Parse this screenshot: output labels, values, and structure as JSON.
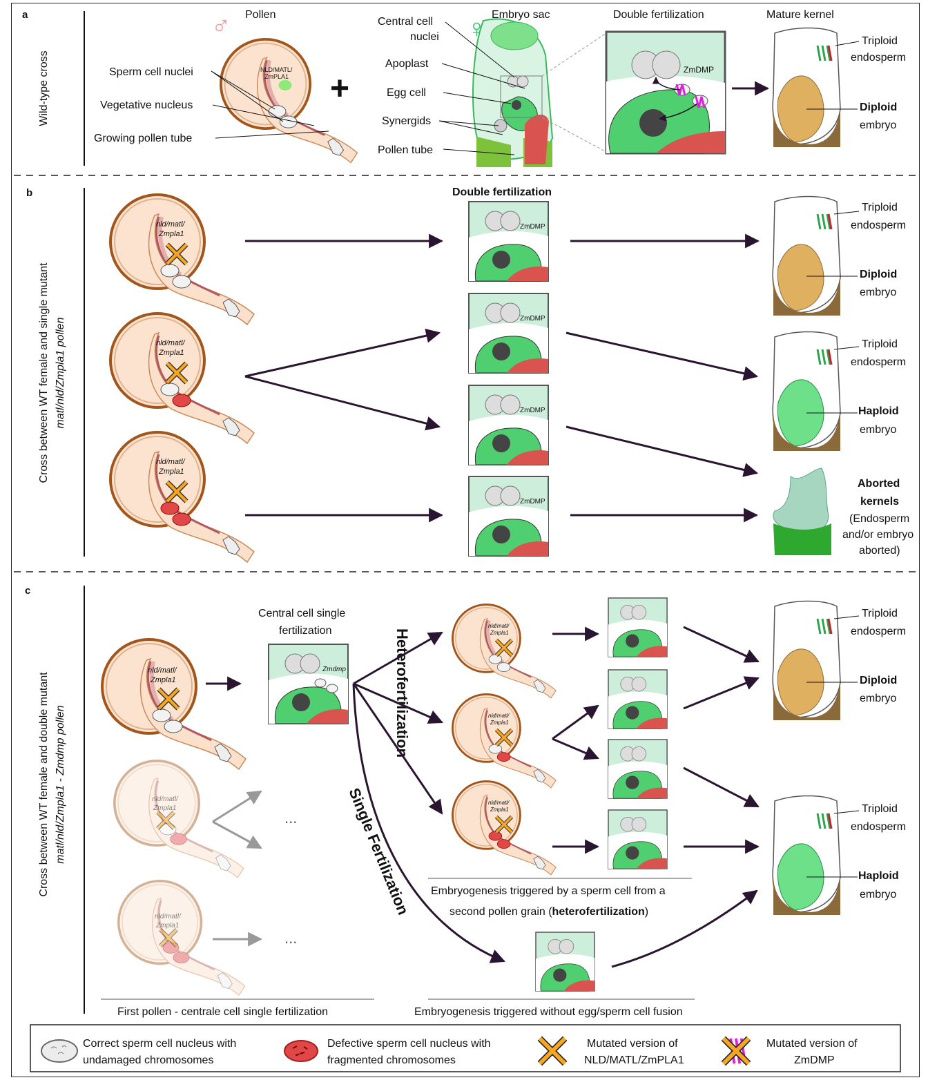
{
  "panels": {
    "a": {
      "letter": "a",
      "row_label": "Wild-type cross",
      "pollen_title": "Pollen",
      "embryo_sac_title": "Embryo sac",
      "double_fert_title": "Double fertilization",
      "mature_kernel_title": "Mature kernel",
      "pollen_inner_label_1": "NLD/MATL/",
      "pollen_inner_label_2": "ZmPLA1",
      "left_labels": [
        "Sperm cell nuclei",
        "Vegetative nucleus",
        "Growing pollen tube"
      ],
      "sac_labels": [
        "Central cell",
        "nuclei",
        "Apoplast",
        "Egg cell",
        "Synergids",
        "Pollen tube"
      ],
      "zmdmp": "ZmDMP",
      "kernel": {
        "endo_1": "Triploid",
        "endo_2": "endosperm",
        "emb_1": "Diploid",
        "emb_2": "embryo"
      }
    },
    "b": {
      "letter": "b",
      "row_label_1": "Cross between WT female and single mutant",
      "row_label_2": "matl/nld/Zmpla1 pollen",
      "center_title": "Double fertilization",
      "pollen_label_1": "nld/matl/",
      "pollen_label_2": "Zmpla1",
      "zmdmp": "ZmDMP",
      "outcomes": [
        {
          "l1": "Triploid",
          "l2": "endosperm",
          "l3": "Diploid",
          "l4": "embryo"
        },
        {
          "l1": "Triploid",
          "l2": "endosperm",
          "l3": "Haploid",
          "l4": "embryo"
        }
      ],
      "aborted": [
        "Aborted",
        "kernels",
        "(Endosperm",
        "and/or embryo",
        "aborted)"
      ]
    },
    "c": {
      "letter": "c",
      "row_label_1": "Cross between WT female and double mutant",
      "row_label_2": "matl/nld/Zmpla1 - Zmdmp pollen",
      "central_title_1": "Central cell single",
      "central_title_2": "fertilization",
      "zmdmp": "Zmdmp",
      "pollen_label_1": "nld/matl/",
      "pollen_label_2": "Zmpla1",
      "heterofert": "Heterofertilization",
      "singlefert": "Single Fertilization",
      "ellipsis": "...",
      "first_pollen_caption": "First pollen - centrale cell single fertilization",
      "hetero_caption_1": "Embryogenesis triggered by a sperm cell from a",
      "hetero_caption_2": "second pollen grain (",
      "hetero_caption_bold": "heterofertilization",
      "hetero_caption_3": ")",
      "nofusion_caption": "Embryogenesis triggered without egg/sperm cell fusion",
      "outcomes": [
        {
          "l1": "Triploid",
          "l2": "endosperm",
          "l3": "Diploid",
          "l4": "embryo"
        },
        {
          "l1": "Triploid",
          "l2": "endosperm",
          "l3": "Haploid",
          "l4": "embryo"
        }
      ]
    }
  },
  "legend": {
    "correct_1": "Correct sperm cell nucleus with",
    "correct_2": "undamaged chromosomes",
    "defective_1": "Defective sperm cell nucleus with",
    "defective_2": "fragmented chromosomes",
    "mut1_1": "Mutated version of",
    "mut1_2": "NLD/MATL/ZmPLA1",
    "mut2_1": "Mutated version of",
    "mut2_2": "ZmDMP"
  },
  "colors": {
    "pollen_outer": "#a0561c",
    "pollen_fill": "#fbe3cf",
    "tube_pink": "#e9c1bc",
    "cell_green": "#4fcf6f",
    "panel_bg": "#cdeedb",
    "red_synergid": "#d9534f",
    "cross_orange": "#f5a623",
    "magenta": "#e020e0",
    "kernel_brown": "#8a6a3a",
    "embryo_gold": "#deb060",
    "arrow": "#2a1530"
  }
}
